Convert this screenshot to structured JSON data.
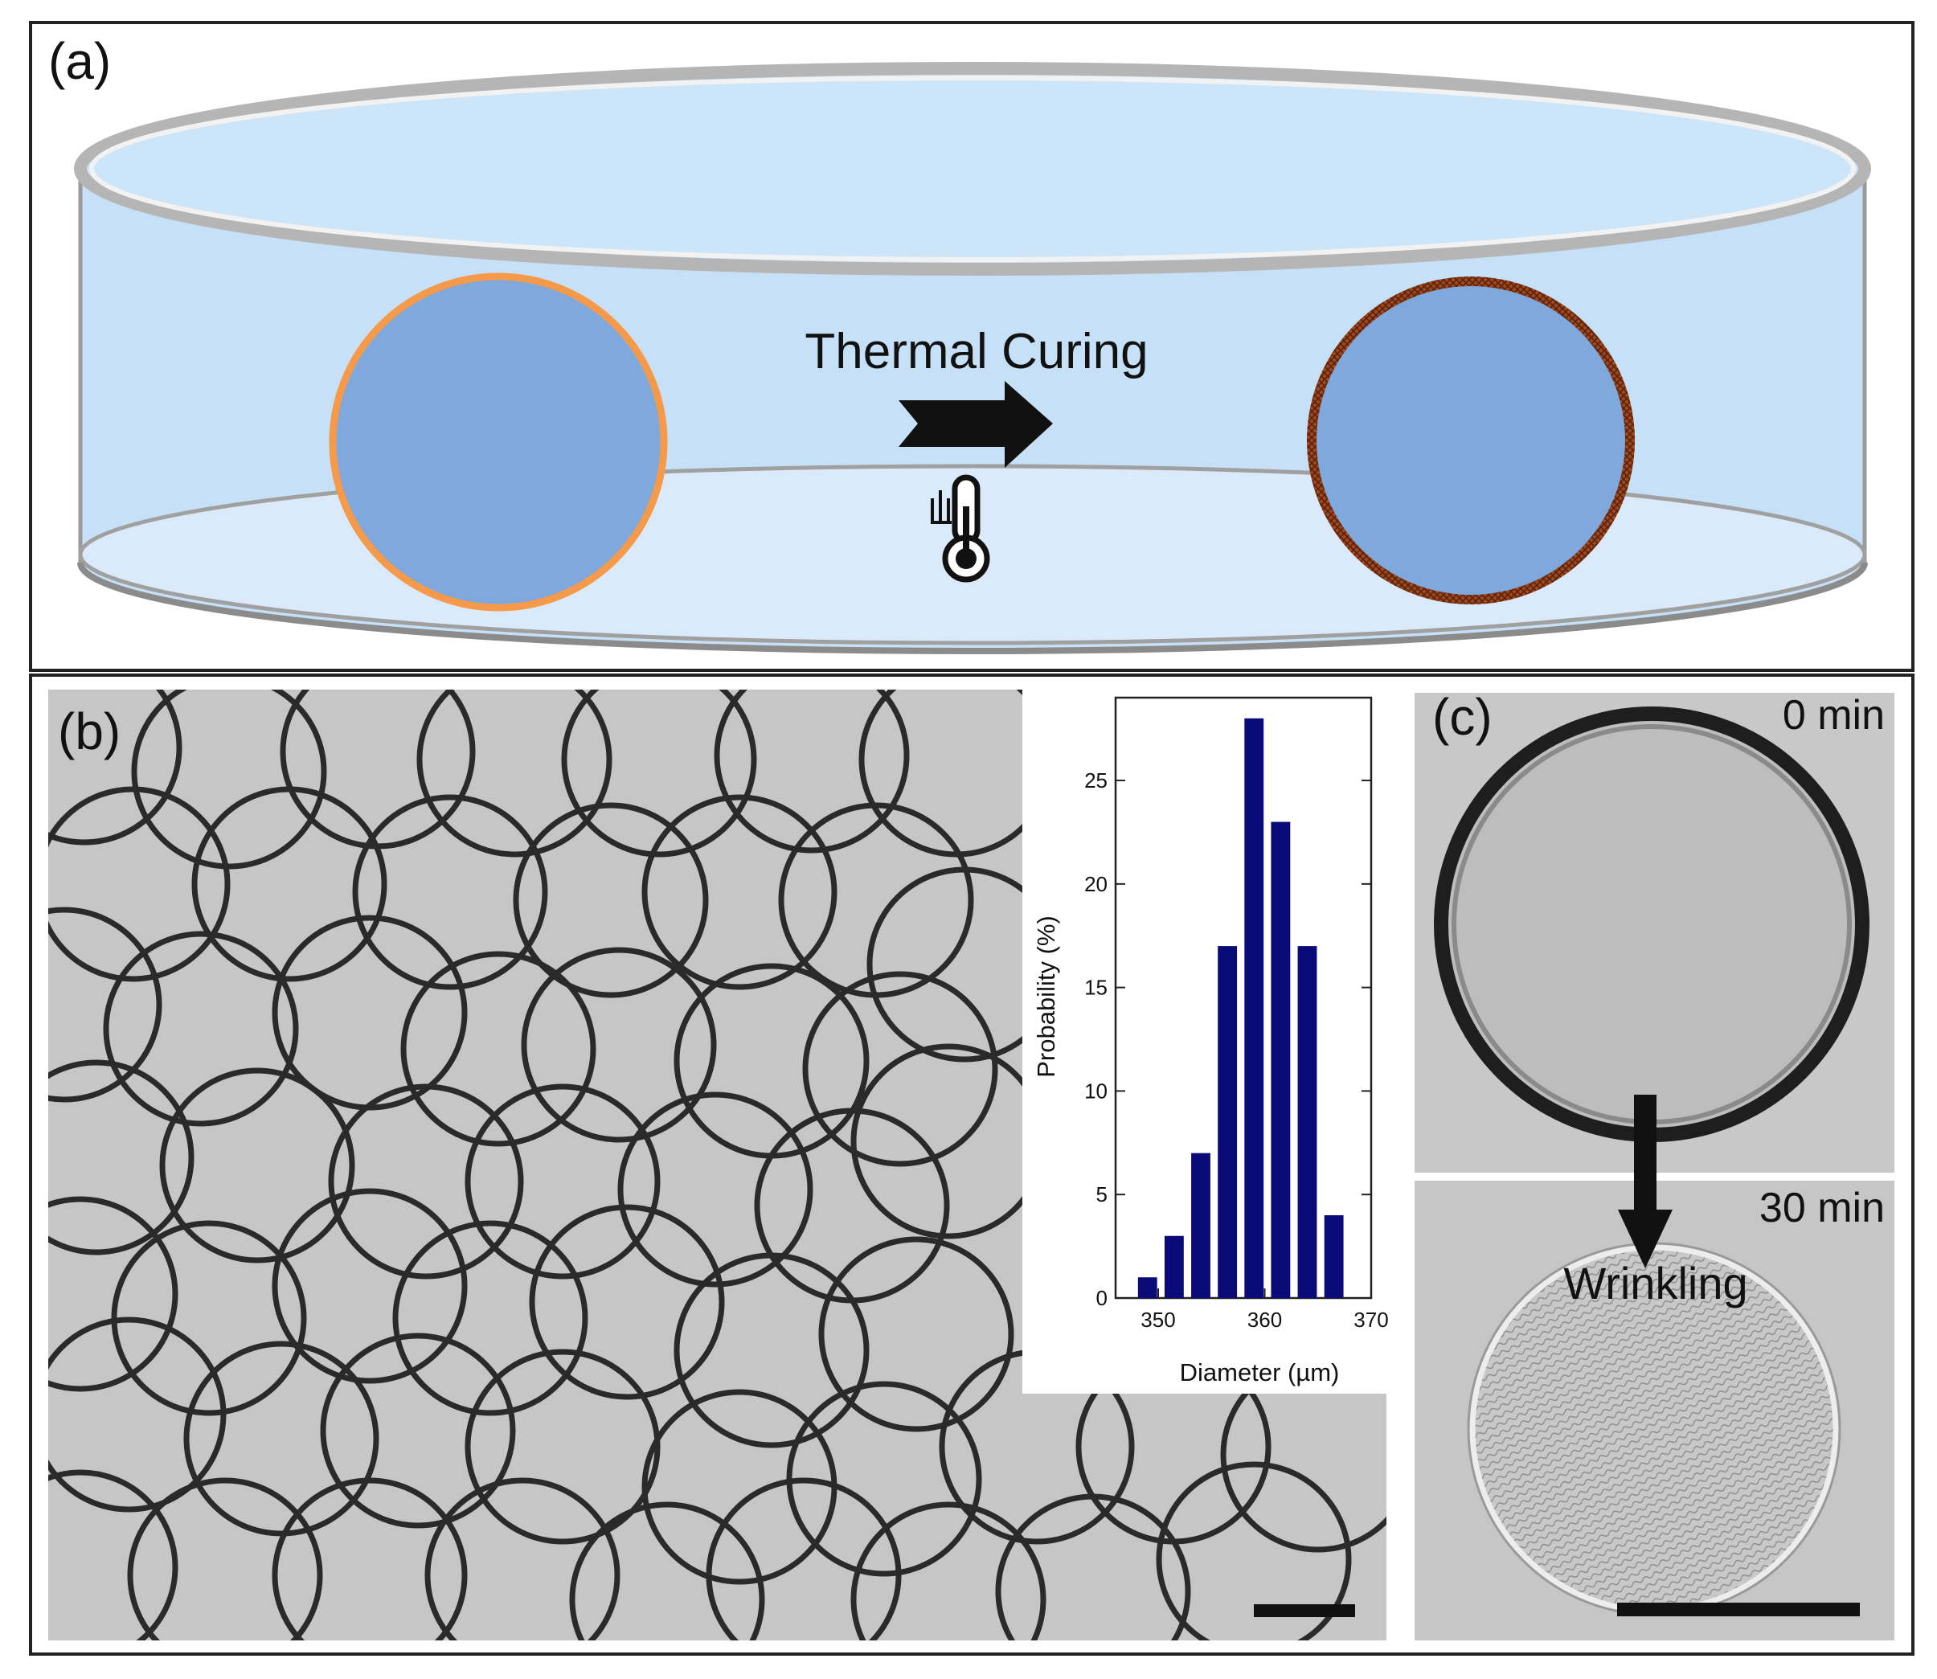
{
  "panel_a": {
    "label": "(a)",
    "process_label": "Thermal Curing",
    "arrow_icon": "right-arrow-icon",
    "thermometer_icon": "thermometer-icon",
    "colors": {
      "dish": "#cde5f9",
      "drop_core": "#7fa8dd",
      "shell_before": "#f59a4b",
      "shell_after": "#8a3a1a"
    }
  },
  "panel_b": {
    "label": "(b)",
    "scale_bar_icon": "scale-bar"
  },
  "panel_c": {
    "label": "(c)",
    "time_top": "0 min",
    "time_bottom": "30 min",
    "process_label": "Wrinkling",
    "scale_bar_icon": "scale-bar"
  },
  "chart_data": {
    "type": "bar",
    "xlabel": "Diameter (µm)",
    "ylabel": "Probability (%)",
    "x": [
      349,
      351.5,
      354,
      356.5,
      359,
      361.5,
      364,
      366.5
    ],
    "values": [
      1,
      3,
      7,
      17,
      28,
      23,
      17,
      4
    ],
    "xlim": [
      346,
      370
    ],
    "ylim": [
      0,
      29
    ],
    "xticks": [
      "350",
      "360",
      "370"
    ],
    "yticks": [
      "0",
      "5",
      "10",
      "15",
      "20",
      "25"
    ],
    "bar_color": "#0a0a78"
  }
}
